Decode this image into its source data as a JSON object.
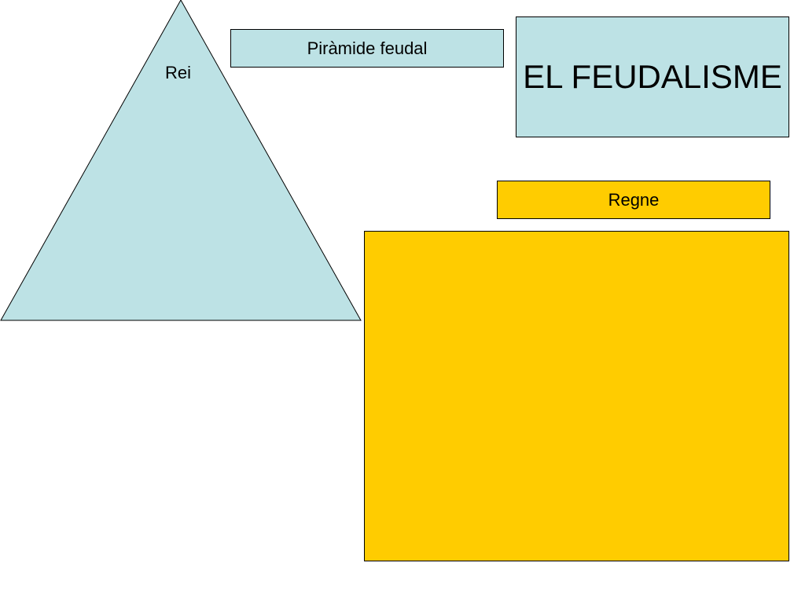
{
  "slide": {
    "main_title": "EL FEUDALISME",
    "pyramid_title": "Piràmide feudal",
    "pyramid_top_label": "Rei",
    "regne_label": "Regne"
  },
  "colors": {
    "light_blue": "#bde2e5",
    "yellow": "#ffcc00",
    "outline": "#000000",
    "background": "#ffffff"
  }
}
